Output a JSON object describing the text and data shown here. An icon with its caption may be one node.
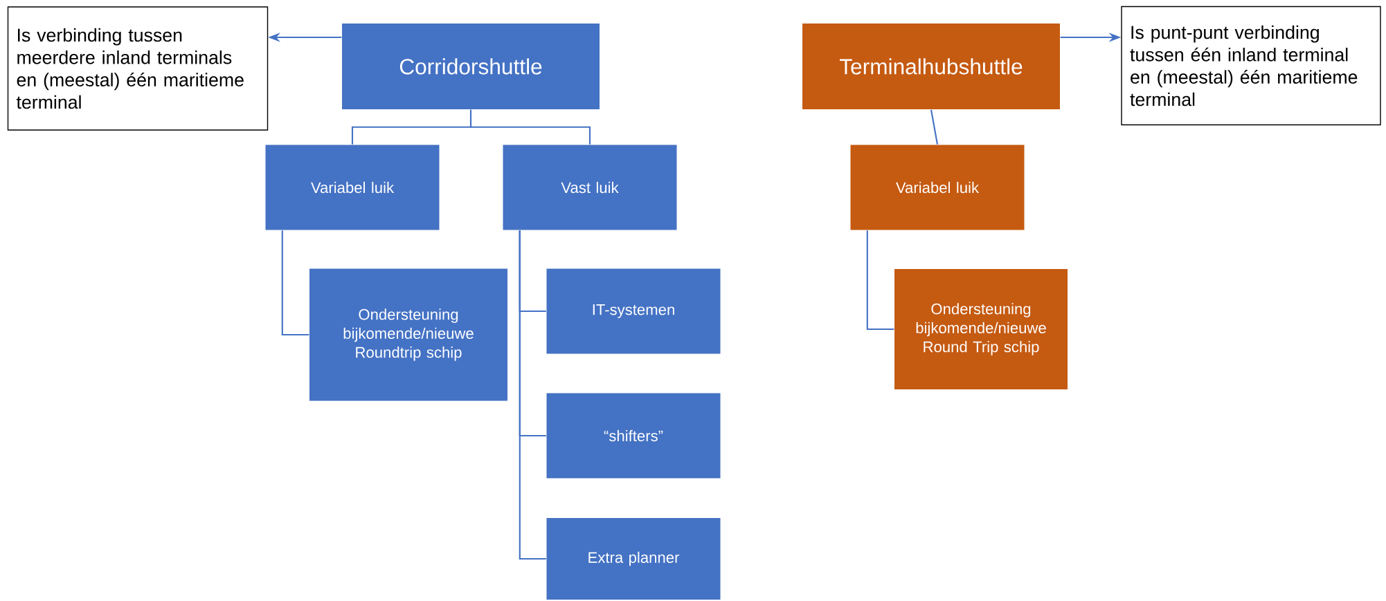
{
  "diagram": {
    "nodes": [
      {
        "text": [
          "Is verbinding tussen meerdere inland terminals en (meestal) één maritieme terminal"
        ]
      },
      {
        "text": [
          "Corridorshuttle"
        ]
      },
      {
        "text": [
          "Terminalhubshuttle"
        ]
      },
      {
        "text": [
          "Is punt-punt verbinding tussen één inland terminal en (meestal) één maritieme terminal"
        ]
      },
      {
        "text": [
          "Variabel luik"
        ]
      },
      {
        "text": [
          "Vast luik"
        ]
      },
      {
        "text": [
          "Variabel luik"
        ]
      },
      {
        "text": [
          "Ondersteuning bijkomende/nieuwe Roundtrip schip"
        ]
      },
      {
        "text": [
          "IT-systemen"
        ]
      },
      {
        "text": [
          "Ondersteuning bijkomende/nieuwe Round Trip schip"
        ]
      },
      {
        "text": [
          "“shifters”"
        ]
      },
      {
        "text": [
          "Extra planner"
        ]
      }
    ],
    "edges": [
      {
        "from": 1,
        "to": 0,
        "arrow": "to"
      },
      {
        "from": 2,
        "to": 3,
        "arrow": "to"
      },
      {
        "from": 1,
        "to": 4,
        "arrow": "none"
      },
      {
        "from": 1,
        "to": 5,
        "arrow": "none"
      },
      {
        "from": 2,
        "to": 6,
        "arrow": "none"
      },
      {
        "from": 4,
        "to": 7,
        "arrow": "none"
      },
      {
        "from": 5,
        "to": 8,
        "arrow": "none"
      },
      {
        "from": 5,
        "to": 10,
        "arrow": "none"
      },
      {
        "from": 5,
        "to": 11,
        "arrow": "none"
      },
      {
        "from": 6,
        "to": 9,
        "arrow": "none"
      }
    ]
  }
}
